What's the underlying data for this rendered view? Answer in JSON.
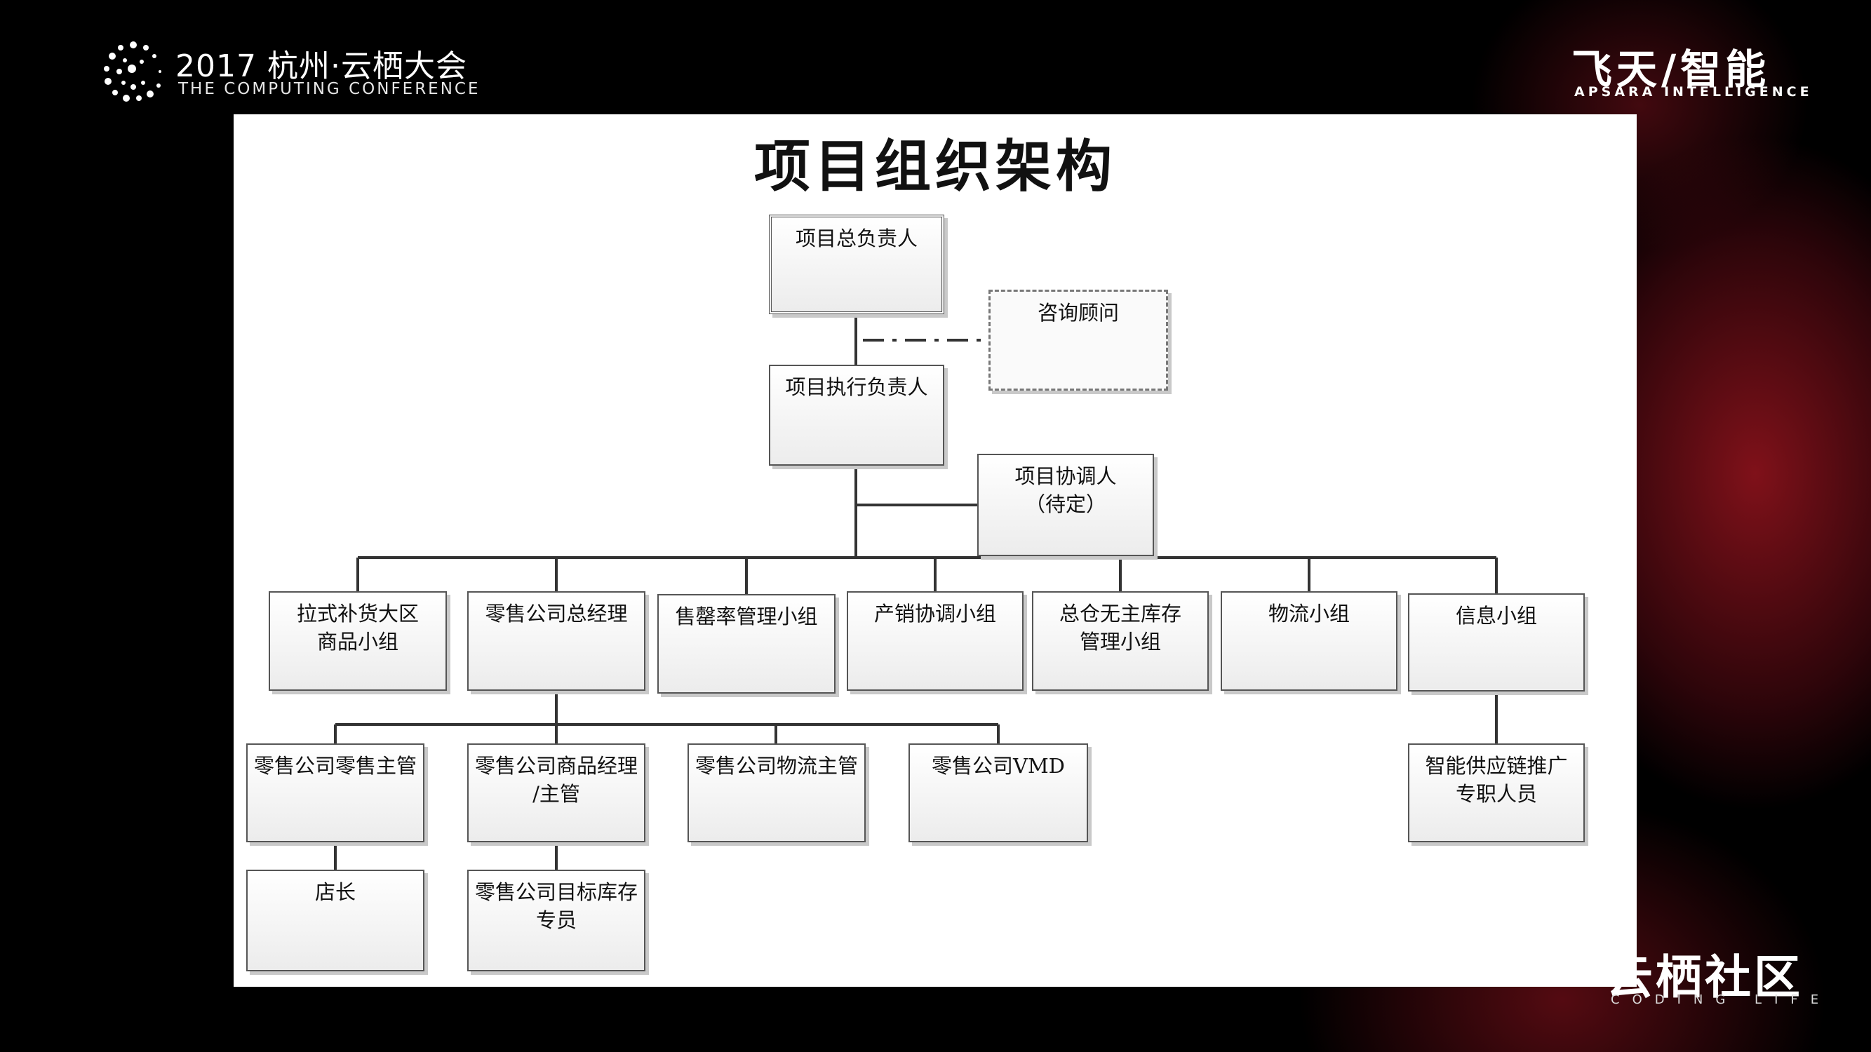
{
  "header": {
    "title": "2017 杭州·云栖大会",
    "subtitle": "THE COMPUTING CONFERENCE",
    "brand": "飞天/智能",
    "brand_sub": "APSARA INTELLIGENCE"
  },
  "footer": {
    "brand": "云栖社区",
    "brand_sub": "CODING LIFE"
  },
  "slide": {
    "title": "项目组织架构",
    "nodes": {
      "general_lead": [
        "项目总负责人"
      ],
      "consultant": [
        "咨询顾问"
      ],
      "exec_lead": [
        "项目执行负责人"
      ],
      "coordinator": [
        "项目协调人",
        "（待定）"
      ],
      "pull_replenish": [
        "拉式补货大区",
        "商品小组"
      ],
      "retail_gm": [
        "零售公司总经理"
      ],
      "sellout_mgmt": [
        "售罄率管理小组"
      ],
      "prod_sales": [
        "产销协调小组"
      ],
      "warehouse": [
        "总仓无主库存",
        "管理小组"
      ],
      "logistics": [
        "物流小组"
      ],
      "info": [
        "信息小组"
      ],
      "retail_sales_mgr": [
        "零售公司零售主管"
      ],
      "retail_merch_mgr": [
        "零售公司商品经理",
        "/主管"
      ],
      "retail_logistics_mgr": [
        "零售公司物流主管"
      ],
      "retail_vmd": [
        "零售公司VMD"
      ],
      "store_mgr": [
        "店长"
      ],
      "retail_inventory": [
        "零售公司目标库存",
        "专员"
      ],
      "smart_supply": [
        "智能供应链推广",
        "专职人员"
      ]
    }
  },
  "colors": {
    "background": "#000000",
    "slide": "#ffffff",
    "accent_red": "#a0141e",
    "line": "#333333"
  }
}
